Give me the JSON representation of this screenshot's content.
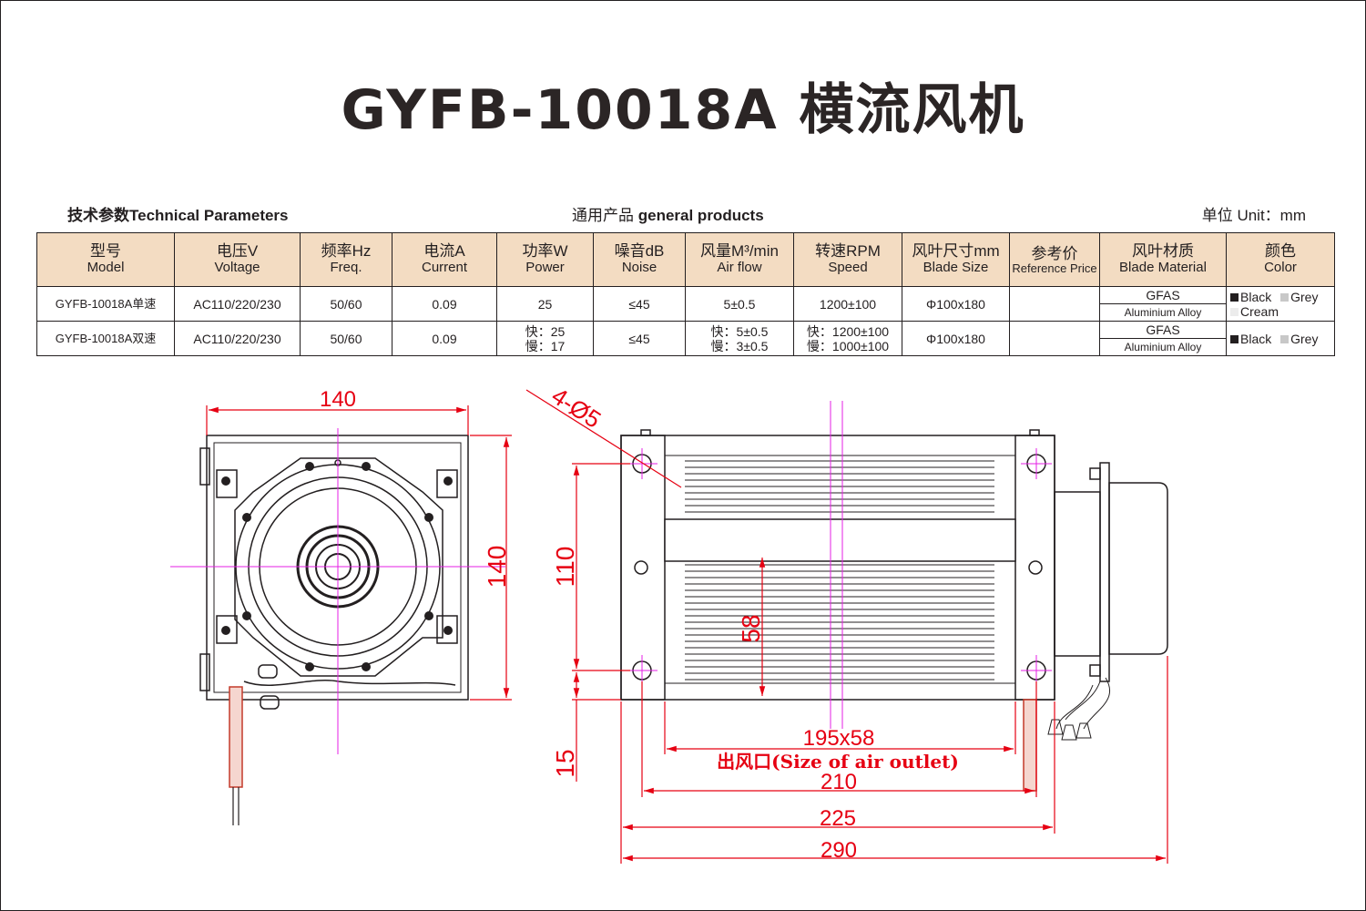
{
  "title": "GYFB-10018A 横流风机",
  "captions": {
    "left": "技术参数Technical Parameters",
    "center_zh": "通用产品",
    "center_en": "general products",
    "right": "单位 Unit：mm"
  },
  "table": {
    "headers": [
      {
        "zh": "型号",
        "en": "Model"
      },
      {
        "zh": "电压V",
        "en": "Voltage"
      },
      {
        "zh": "频率Hz",
        "en": "Freq."
      },
      {
        "zh": "电流A",
        "en": "Current"
      },
      {
        "zh": "功率W",
        "en": "Power"
      },
      {
        "zh": "噪音dB",
        "en": "Noise"
      },
      {
        "zh": "风量M³/min",
        "en": "Air flow"
      },
      {
        "zh": "转速RPM",
        "en": "Speed"
      },
      {
        "zh": "风叶尺寸mm",
        "en": "Blade Size"
      },
      {
        "zh": "参考价",
        "en": "Reference Price"
      },
      {
        "zh": "风叶材质",
        "en": "Blade Material"
      },
      {
        "zh": "颜色",
        "en": "Color"
      }
    ],
    "rows": [
      {
        "model": "GYFB-10018A单速",
        "voltage": "AC110/220/230",
        "freq": "50/60",
        "current": "0.09",
        "power_1": "25",
        "power_2": "",
        "noise": "≤45",
        "airflow_1": "5±0.5",
        "airflow_2": "",
        "speed_1": "1200±100",
        "speed_2": "",
        "blade_size": "Φ100x180",
        "price": "",
        "material_1": "GFAS",
        "material_2": "Aluminium Alloy",
        "color_1": "Black",
        "color_2": "Grey",
        "color_3": "Cream"
      },
      {
        "model": "GYFB-10018A双速",
        "voltage": "AC110/220/230",
        "freq": "50/60",
        "current": "0.09",
        "power_1": "快：25",
        "power_2": "慢：17",
        "noise": "≤45",
        "airflow_1": "快：5±0.5",
        "airflow_2": "慢：3±0.5",
        "speed_1": "快：1200±100",
        "speed_2": "慢：1000±100",
        "blade_size": "Φ100x180",
        "price": "",
        "material_1": "GFAS",
        "material_2": "Aluminium Alloy",
        "color_1": "Black",
        "color_2": "Grey",
        "color_3": ""
      }
    ]
  },
  "drawing": {
    "side_width": "140",
    "side_height": "140",
    "holes": "4-Ø5",
    "hole_spacing": "110",
    "outlet_height": "58",
    "bottom_offset": "15",
    "outlet_size": "195x58",
    "outlet_label": "出风口(Size of  air outlet)",
    "dim_210": "210",
    "dim_225": "225",
    "dim_290": "290"
  },
  "colors": {
    "dimension": "#e60012",
    "centerline": "#e61fe6",
    "header_bg": "#f3dcc2",
    "ink": "#231f20"
  }
}
